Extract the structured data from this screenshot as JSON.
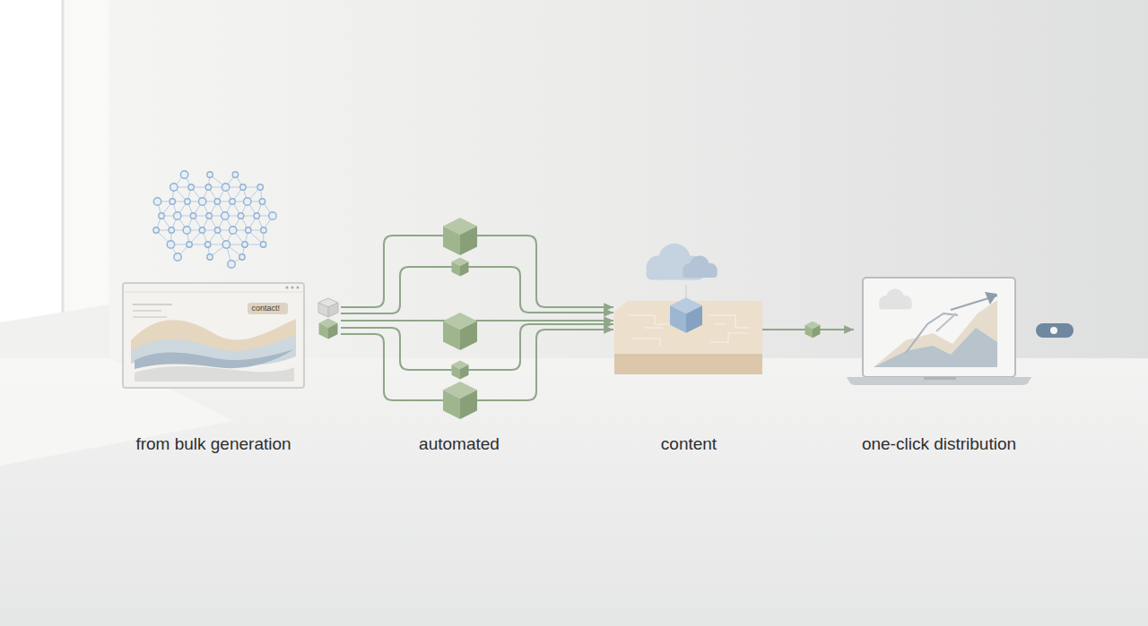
{
  "diagram": {
    "nodes": [
      {
        "text": [
          "contact!"
        ]
      }
    ],
    "labels": [
      "from bulk generation",
      "automated",
      "content",
      "one-click distribution"
    ]
  }
}
